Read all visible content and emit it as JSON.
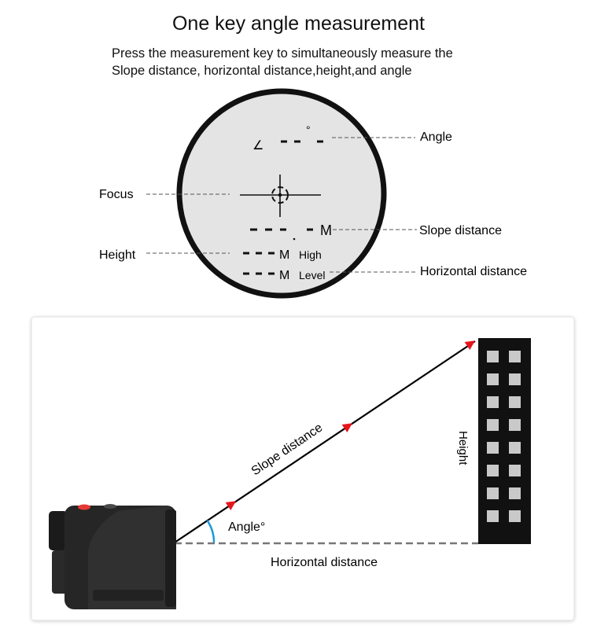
{
  "title": "One key angle measurement",
  "subtitle_line1": "Press the measurement key to simultaneously measure the",
  "subtitle_line2": "Slope distance, horizontal distance,height,and angle",
  "viewfinder": {
    "angle_label": "Angle",
    "focus_label": "Focus",
    "slope_label": "Slope distance",
    "height_label": "Height",
    "horizontal_label": "Horizontal distance",
    "unit_m": "M",
    "high_text": "High",
    "level_text": "Level",
    "degree_symbol": "°",
    "angle_symbol": "∠"
  },
  "diagram": {
    "slope_label": "Slope distance",
    "height_label": "Height",
    "angle_label": "Angle°",
    "horizontal_label": "Horizontal distance"
  },
  "colors": {
    "arrow": "#e8141b",
    "arc": "#1e9ad6",
    "button": "#e53935"
  }
}
